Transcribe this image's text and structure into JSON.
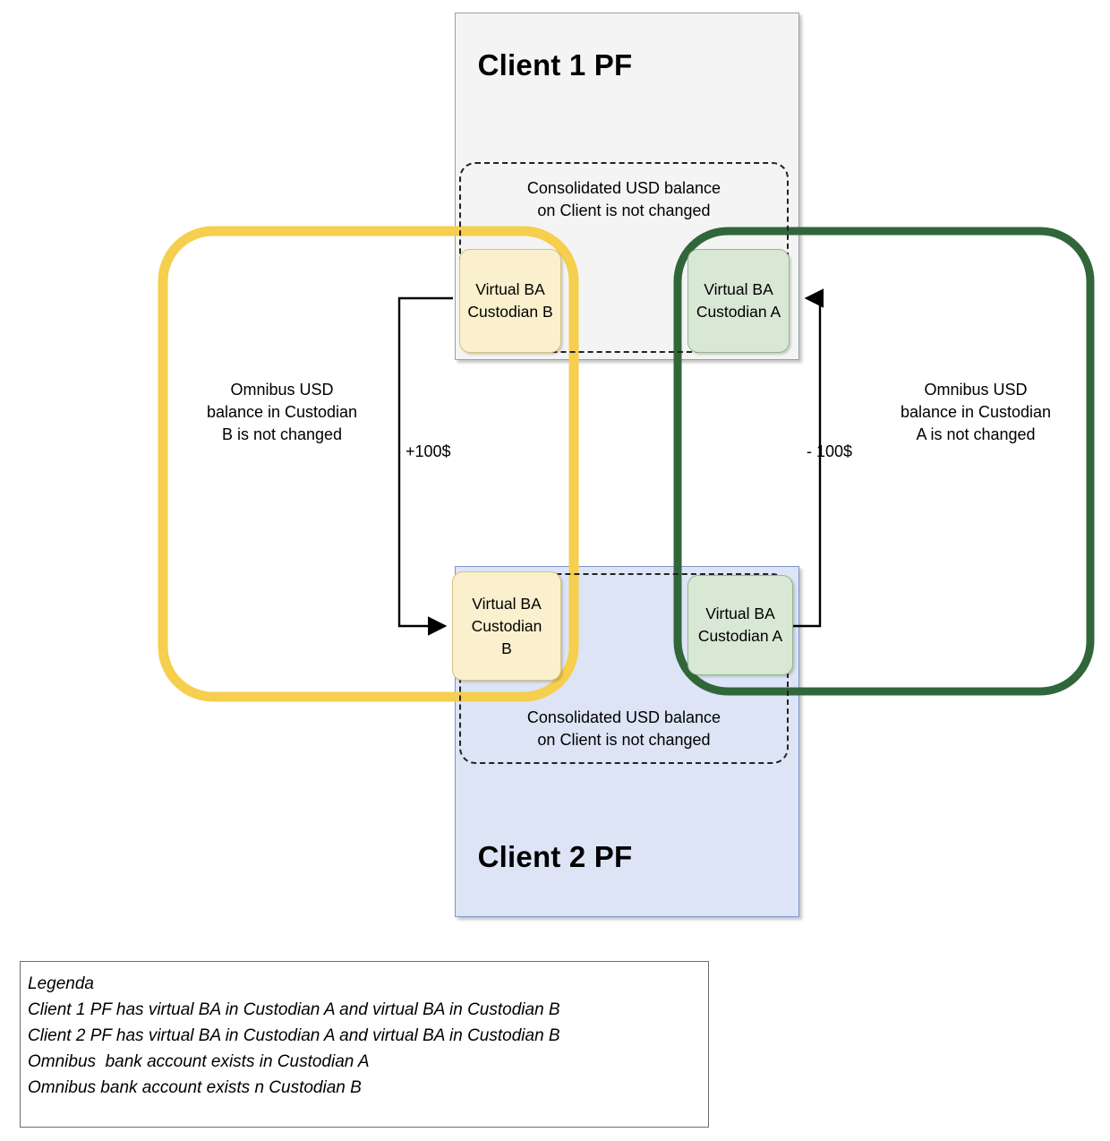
{
  "diagram": {
    "title_client1": "Client 1 PF",
    "title_client2": "Client 2 PF",
    "colors": {
      "client1_fill": "#f4f4f4",
      "client1_border": "#9aa0a6",
      "client2_fill": "#dce4f6",
      "client2_border": "#7e95c9",
      "custodian_b_yellow": "#f5cf4d",
      "custodian_a_green": "#31663a",
      "vba_yellow_fill": "#faf0cd",
      "vba_green_fill": "#d9e7d5",
      "arrow_black": "#000000"
    },
    "client1": {
      "consolidated_note": "Consolidated USD balance\non Client is not changed",
      "consolidated_note_line1": "Consolidated USD balance",
      "consolidated_note_line2": "on Client is not changed",
      "vba_custodian_b": "Virtual BA\nCustodian B",
      "vba_custodian_b_line1": "Virtual BA",
      "vba_custodian_b_line2": "Custodian B",
      "vba_custodian_a": "Virtual BA\nCustodian A",
      "vba_custodian_a_line1": "Virtual BA",
      "vba_custodian_a_line2": "Custodian A"
    },
    "client2": {
      "consolidated_note_line1": "Consolidated USD balance",
      "consolidated_note_line2": "on Client is not changed",
      "vba_custodian_b_line1": "Virtual BA",
      "vba_custodian_b_line2": "Custodian",
      "vba_custodian_b_line3": "B",
      "vba_custodian_a_line1": "Virtual BA",
      "vba_custodian_a_line2": "Custodian A"
    },
    "omnibus_b": {
      "line1": "Omnibus USD",
      "line2": "balance in Custodian",
      "line3": "B is not changed"
    },
    "omnibus_a": {
      "line1": "Omnibus USD",
      "line2": "balance in Custodian",
      "line3": "A is not changed"
    },
    "flows": {
      "credit_amount": "+100$",
      "debit_amount": "- 100$"
    }
  },
  "legend": {
    "title": "Legenda",
    "lines": [
      "Client 1 PF has virtual BA in Custodian A and virtual BA in Custodian B",
      "Client 2 PF has virtual BA in Custodian A and virtual BA in Custodian B",
      "Omnibus  bank account exists in Custodian A",
      "Omnibus bank account exists n Custodian B"
    ]
  }
}
